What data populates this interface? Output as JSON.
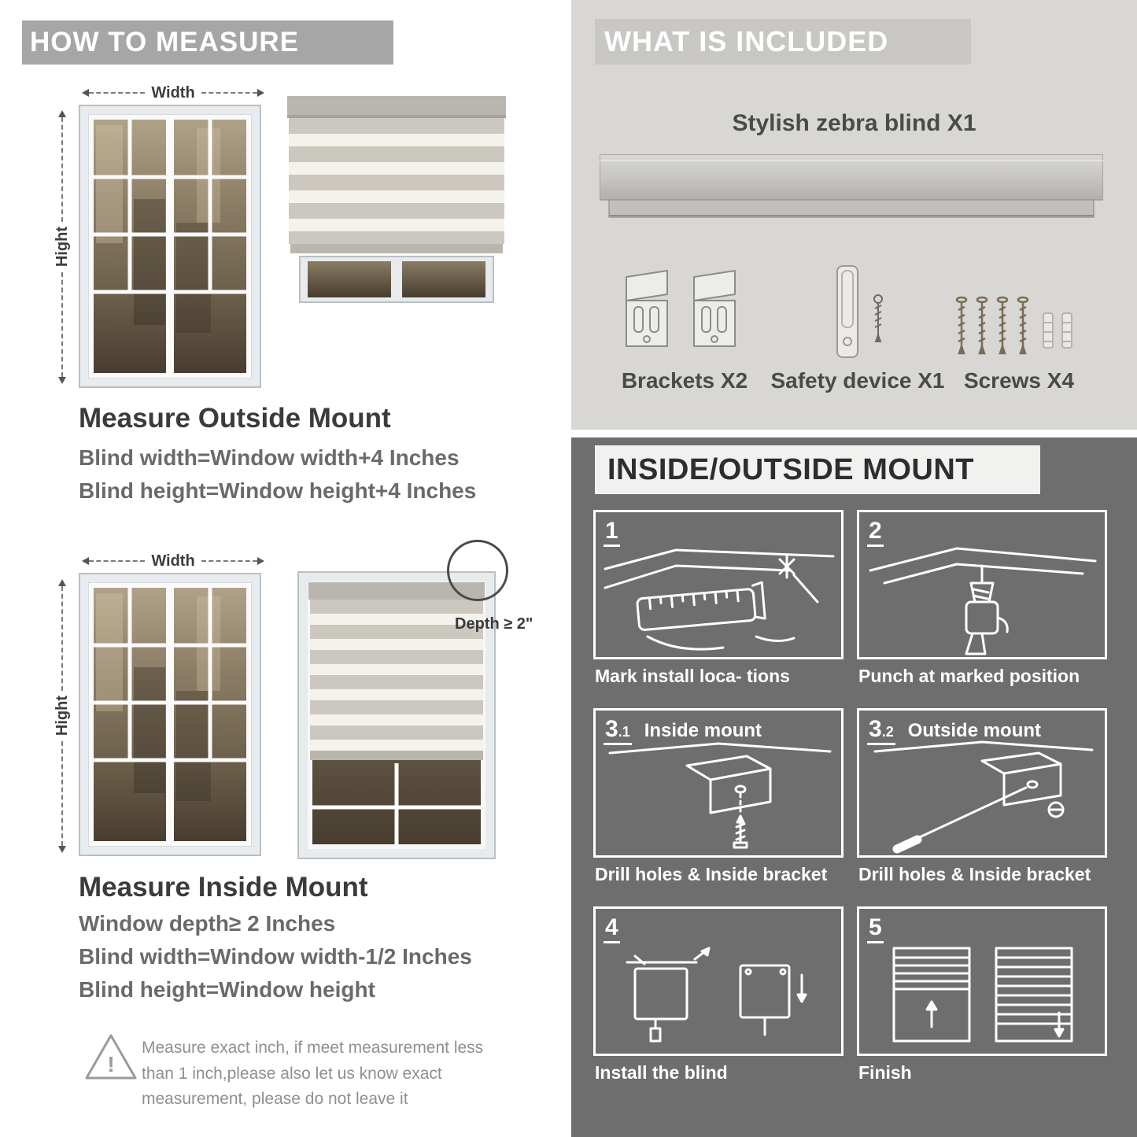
{
  "left": {
    "header": "HOW TO MEASURE",
    "outside": {
      "width_label": "Width",
      "height_label": "Hight",
      "title": "Measure Outside Mount",
      "lines": [
        "Blind width=Window width+4 Inches",
        "Blind height=Window height+4 Inches"
      ]
    },
    "inside": {
      "width_label": "Width",
      "height_label": "Hight",
      "depth_label": "Depth ≥ 2\"",
      "title": "Measure Inside Mount",
      "lines": [
        "Window depth≥ 2 Inches",
        "Blind width=Window width-1/2 Inches",
        "Blind height=Window height"
      ]
    },
    "warning_mark": "!",
    "warning": "Measure exact inch, if meet measurement less than 1 inch,please also let us know exact measurement, please do not leave it"
  },
  "included": {
    "header": "WHAT IS INCLUDED",
    "product_label": "Stylish zebra blind X1",
    "items": [
      {
        "label": "Brackets X2"
      },
      {
        "label": "Safety device X1"
      },
      {
        "label": "Screws X4"
      }
    ]
  },
  "mount": {
    "header": "INSIDE/OUTSIDE MOUNT",
    "steps": [
      {
        "num": "1",
        "sub": "",
        "label": "",
        "caption": "Mark install loca- tions"
      },
      {
        "num": "2",
        "sub": "",
        "label": "",
        "caption": "Punch at  marked position"
      },
      {
        "num": "3",
        "sub": ".1",
        "label": "Inside mount",
        "caption": "Drill holes &  Inside bracket"
      },
      {
        "num": "3",
        "sub": ".2",
        "label": "Outside mount",
        "caption": "Drill holes &  Inside bracket"
      },
      {
        "num": "4",
        "sub": "",
        "label": "",
        "caption": "Install the blind"
      },
      {
        "num": "5",
        "sub": "",
        "label": "",
        "caption": "Finish"
      }
    ]
  },
  "colors": {
    "banner_gray": "#a6a6a6",
    "included_banner": "#c8c7c4",
    "mount_banner_bg": "#f1f1f0",
    "panel_light": "#d8d7d4",
    "panel_dark": "#6e6e6e",
    "heading_text": "#3b3b3b",
    "body_text": "#6a6a6a",
    "caption_text": "#4a4a4a"
  }
}
